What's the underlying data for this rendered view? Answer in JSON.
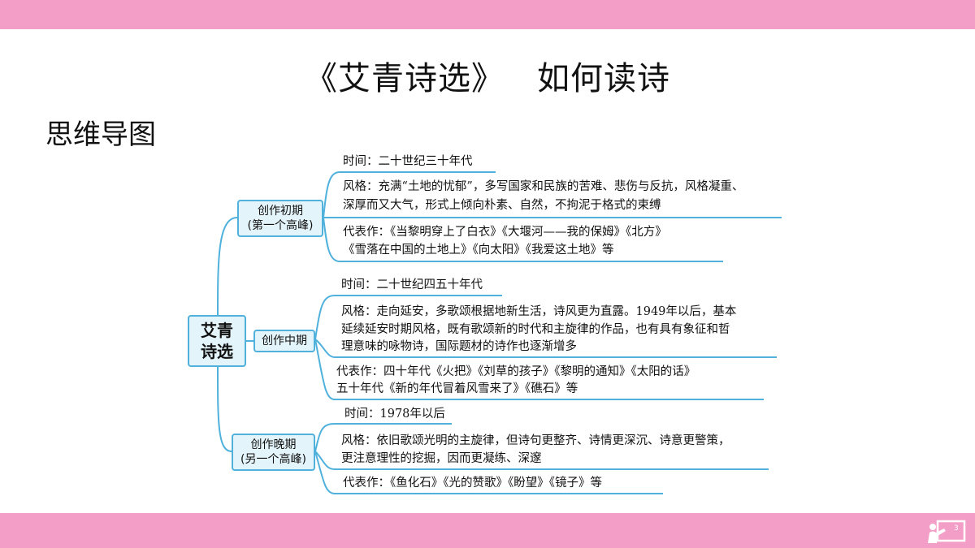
{
  "title_left": "《艾青诗选》",
  "title_right": "如何读诗",
  "subtitle": "思维导图",
  "root": {
    "line1": "艾青",
    "line2": "诗选"
  },
  "branches": [
    {
      "label_line1": "创作初期",
      "label_line2": "(第一个高峰)",
      "time": "时间：二十世纪三十年代",
      "style_lines": [
        "风格：充满“土地的忧郁”，多写国家和民族的苦难、悲伤与反抗，风格凝重、",
        "深厚而又大气，形式上倾向朴素、自然，不拘泥于格式的束缚"
      ],
      "works_lines": [
        "代表作：《当黎明穿上了白衣》《大堰河——我的保姆》《北方》",
        "《雪落在中国的土地上》《向太阳》《我爱这土地》等"
      ]
    },
    {
      "label_line1": "创作中期",
      "label_line2": "",
      "time": "时间：二十世纪四五十年代",
      "style_lines": [
        "风格：走向延安，多歌颂根据地新生活，诗风更为直露。1949年以后，基本",
        "延续延安时期风格，既有歌颂新的时代和主旋律的作品，也有具有象征和哲",
        "理意味的咏物诗，国际题材的诗作也逐渐增多"
      ],
      "works_lines": [
        "代表作：四十年代《火把》《刘草的孩子》《黎明的通知》《太阳的话》",
        "五十年代《新的年代冒着风雪来了》《礁石》等"
      ]
    },
    {
      "label_line1": "创作晚期",
      "label_line2": "(另一个高峰)",
      "time": "时间：1978年以后",
      "style_lines": [
        "风格：依旧歌颂光明的主旋律，但诗句更整齐、诗情更深沉、诗意更警策，",
        "更注意理性的挖掘，因而更凝练、深邃"
      ],
      "works_lines": [
        "代表作：《鱼化石》《光的赞歌》《盼望》《镜子》等"
      ]
    }
  ],
  "page_number": "3",
  "colors": {
    "band": "#f39ec6",
    "line": "#4fb1dc",
    "box_fill": "#e4f4fb"
  }
}
